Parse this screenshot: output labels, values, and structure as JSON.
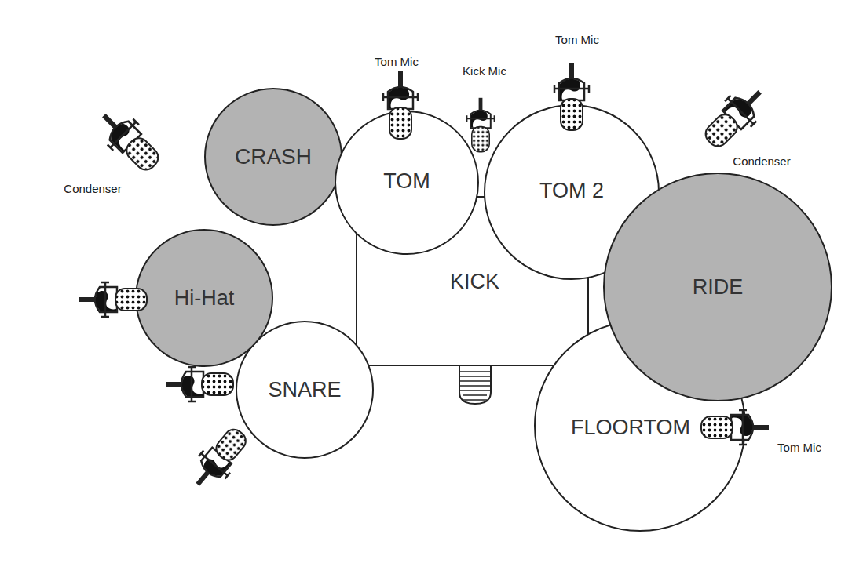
{
  "diagram": {
    "nodes": [
      {
        "text": [
          "CRASH"
        ]
      },
      {
        "text": [
          "TOM"
        ]
      },
      {
        "text": [
          "TOM 2"
        ]
      },
      {
        "text": [
          "Hi-Hat"
        ]
      },
      {
        "text": [
          "KICK"
        ]
      },
      {
        "text": [
          "RIDE"
        ]
      },
      {
        "text": [
          "SNARE"
        ]
      },
      {
        "text": [
          "FLOORTOM"
        ]
      }
    ],
    "labels": [
      "Tom Mic",
      "Kick Mic",
      "Tom Mic",
      "Condenser",
      "Condenser",
      "Tom Mic"
    ]
  }
}
